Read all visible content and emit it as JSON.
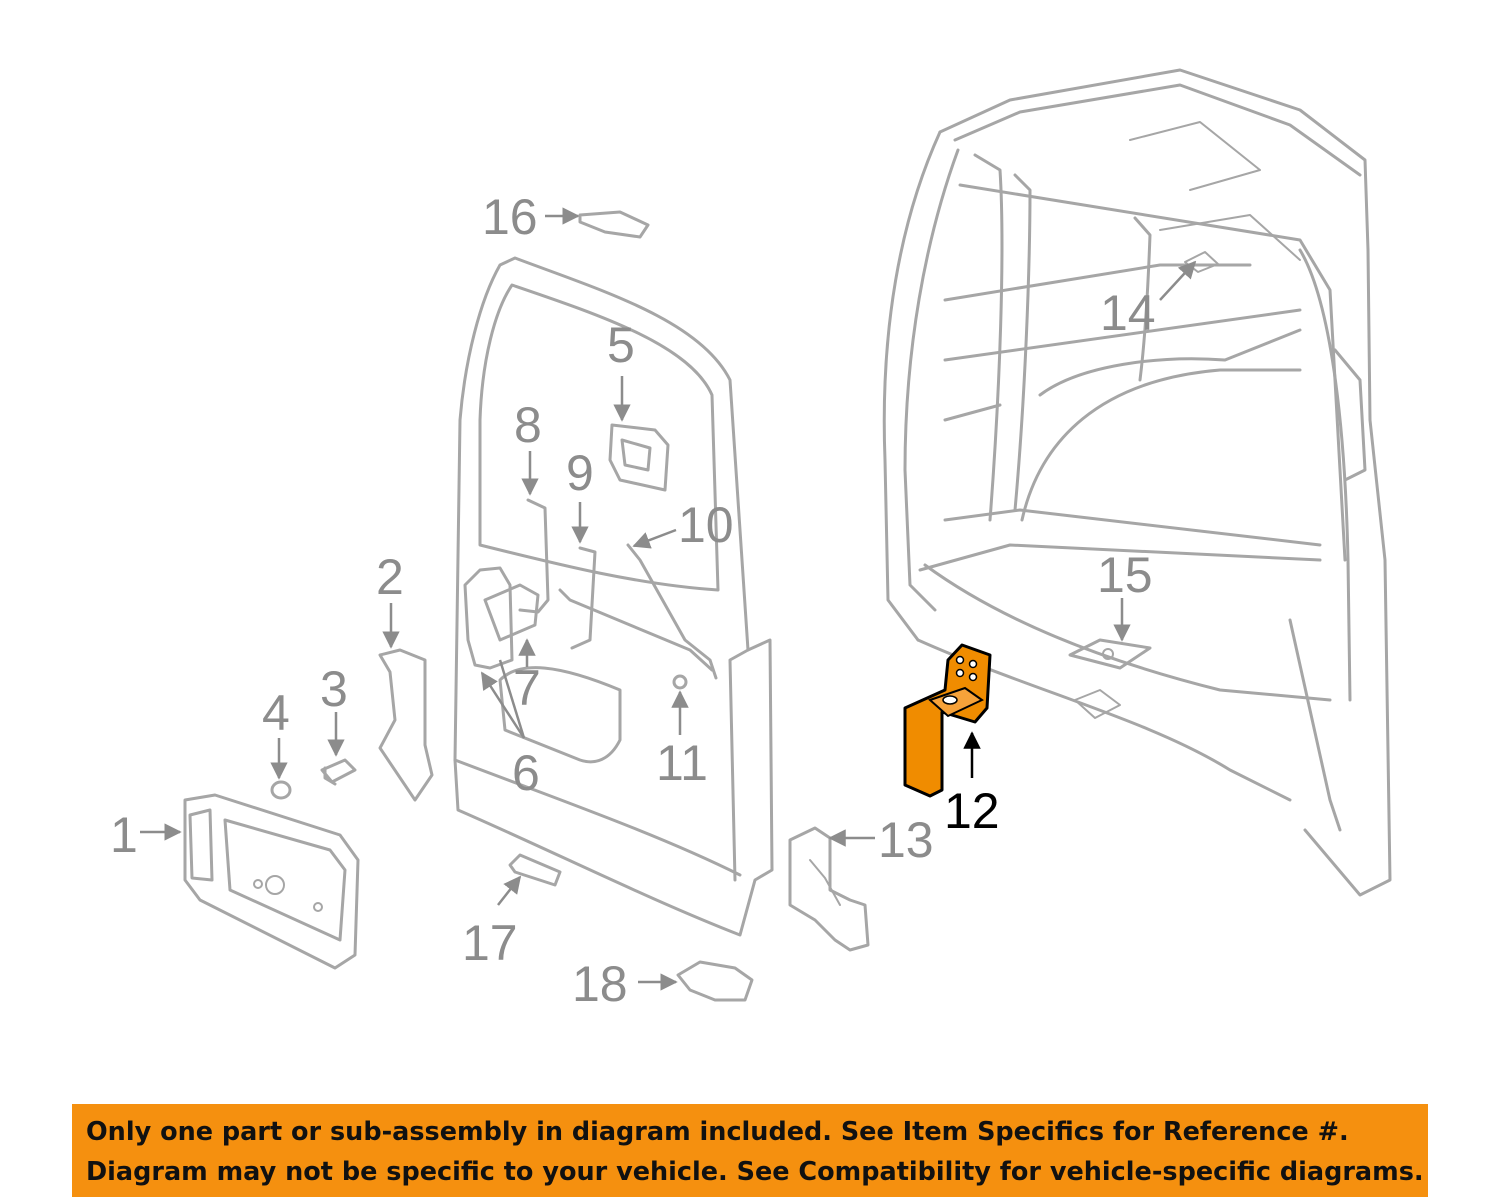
{
  "diagram": {
    "callouts": [
      "1",
      "2",
      "3",
      "4",
      "5",
      "6",
      "7",
      "8",
      "9",
      "10",
      "11",
      "12",
      "13",
      "14",
      "15",
      "16",
      "17",
      "18"
    ],
    "highlighted_part": "12"
  },
  "colors": {
    "line_art": "#a6a6a6",
    "callout_text": "#8c8c8c",
    "highlight_fill": "#f08c00",
    "banner_bg": "#f5900f",
    "banner_text": "#111111"
  },
  "banner": {
    "line1": "Only one part or sub-assembly in diagram included. See Item Specifics for Reference #.",
    "line2": "Diagram may not be specific to your vehicle. See Compatibility for vehicle-specific diagrams."
  }
}
